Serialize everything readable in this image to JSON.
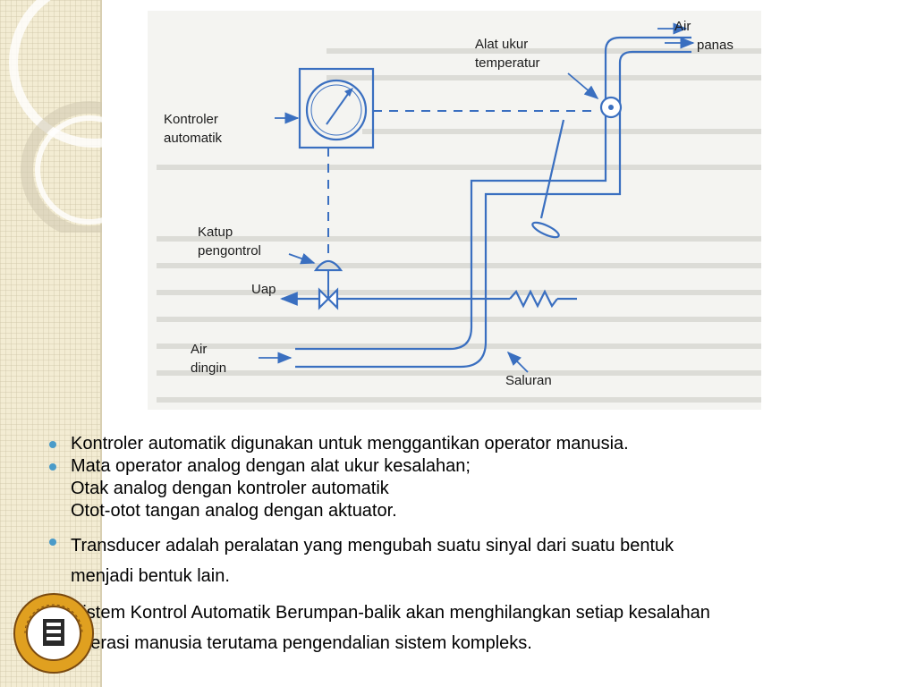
{
  "diagram": {
    "labels": {
      "kontroler_line1": "Kontroler",
      "kontroler_line2": "automatik",
      "alat_line1": "Alat ukur",
      "alat_line2": "temperatur",
      "air_panas_line1": "Air",
      "air_panas_line2": "panas",
      "katup_line1": "Katup",
      "katup_line2": "pengontrol",
      "uap": "Uap",
      "air_dingin_line1": "Air",
      "air_dingin_line2": "dingin",
      "saluran": "Saluran"
    }
  },
  "bullets": [
    {
      "lines": [
        "Kontroler automatik digunakan untuk menggantikan operator manusia."
      ]
    },
    {
      "lines": [
        "Mata operator analog dengan alat ukur kesalahan;",
        "Otak analog dengan kontroler automatik",
        "Otot-otot tangan analog dengan aktuator."
      ]
    },
    {
      "lines": [
        "Transducer adalah peralatan yang mengubah suatu sinyal dari suatu bentuk",
        "menjadi bentuk lain."
      ]
    },
    {
      "lines": [
        "Sistem Kontrol Automatik Berumpan-balik akan menghilangkan setiap kesalahan",
        "operasi manusia terutama pengendalian sistem kompleks."
      ]
    }
  ],
  "colors": {
    "pipe_blue": "#3a6fc0",
    "bullet_blue": "#4a9bc9",
    "strip_bg": "#f3ecd3",
    "logo_gold": "#e0a020"
  }
}
